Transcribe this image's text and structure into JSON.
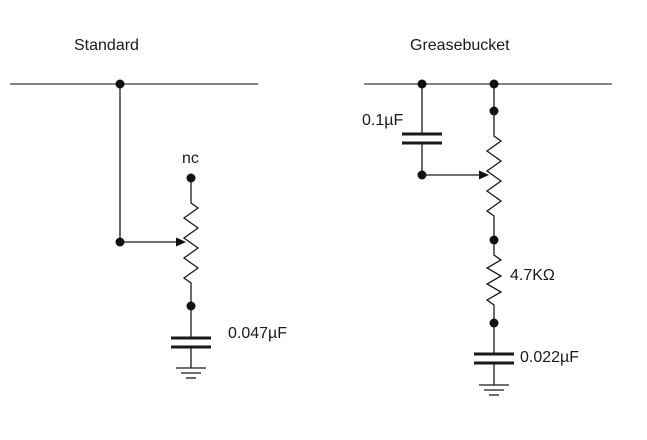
{
  "diagram": {
    "standard": {
      "title": "Standard",
      "nc_label": "nc",
      "capacitor_label": "0.047µF"
    },
    "greasebucket": {
      "title": "Greasebucket",
      "bypass_cap_label": "0.1µF",
      "resistor_label": "4.7KΩ",
      "capacitor_label": "0.022µF"
    }
  }
}
